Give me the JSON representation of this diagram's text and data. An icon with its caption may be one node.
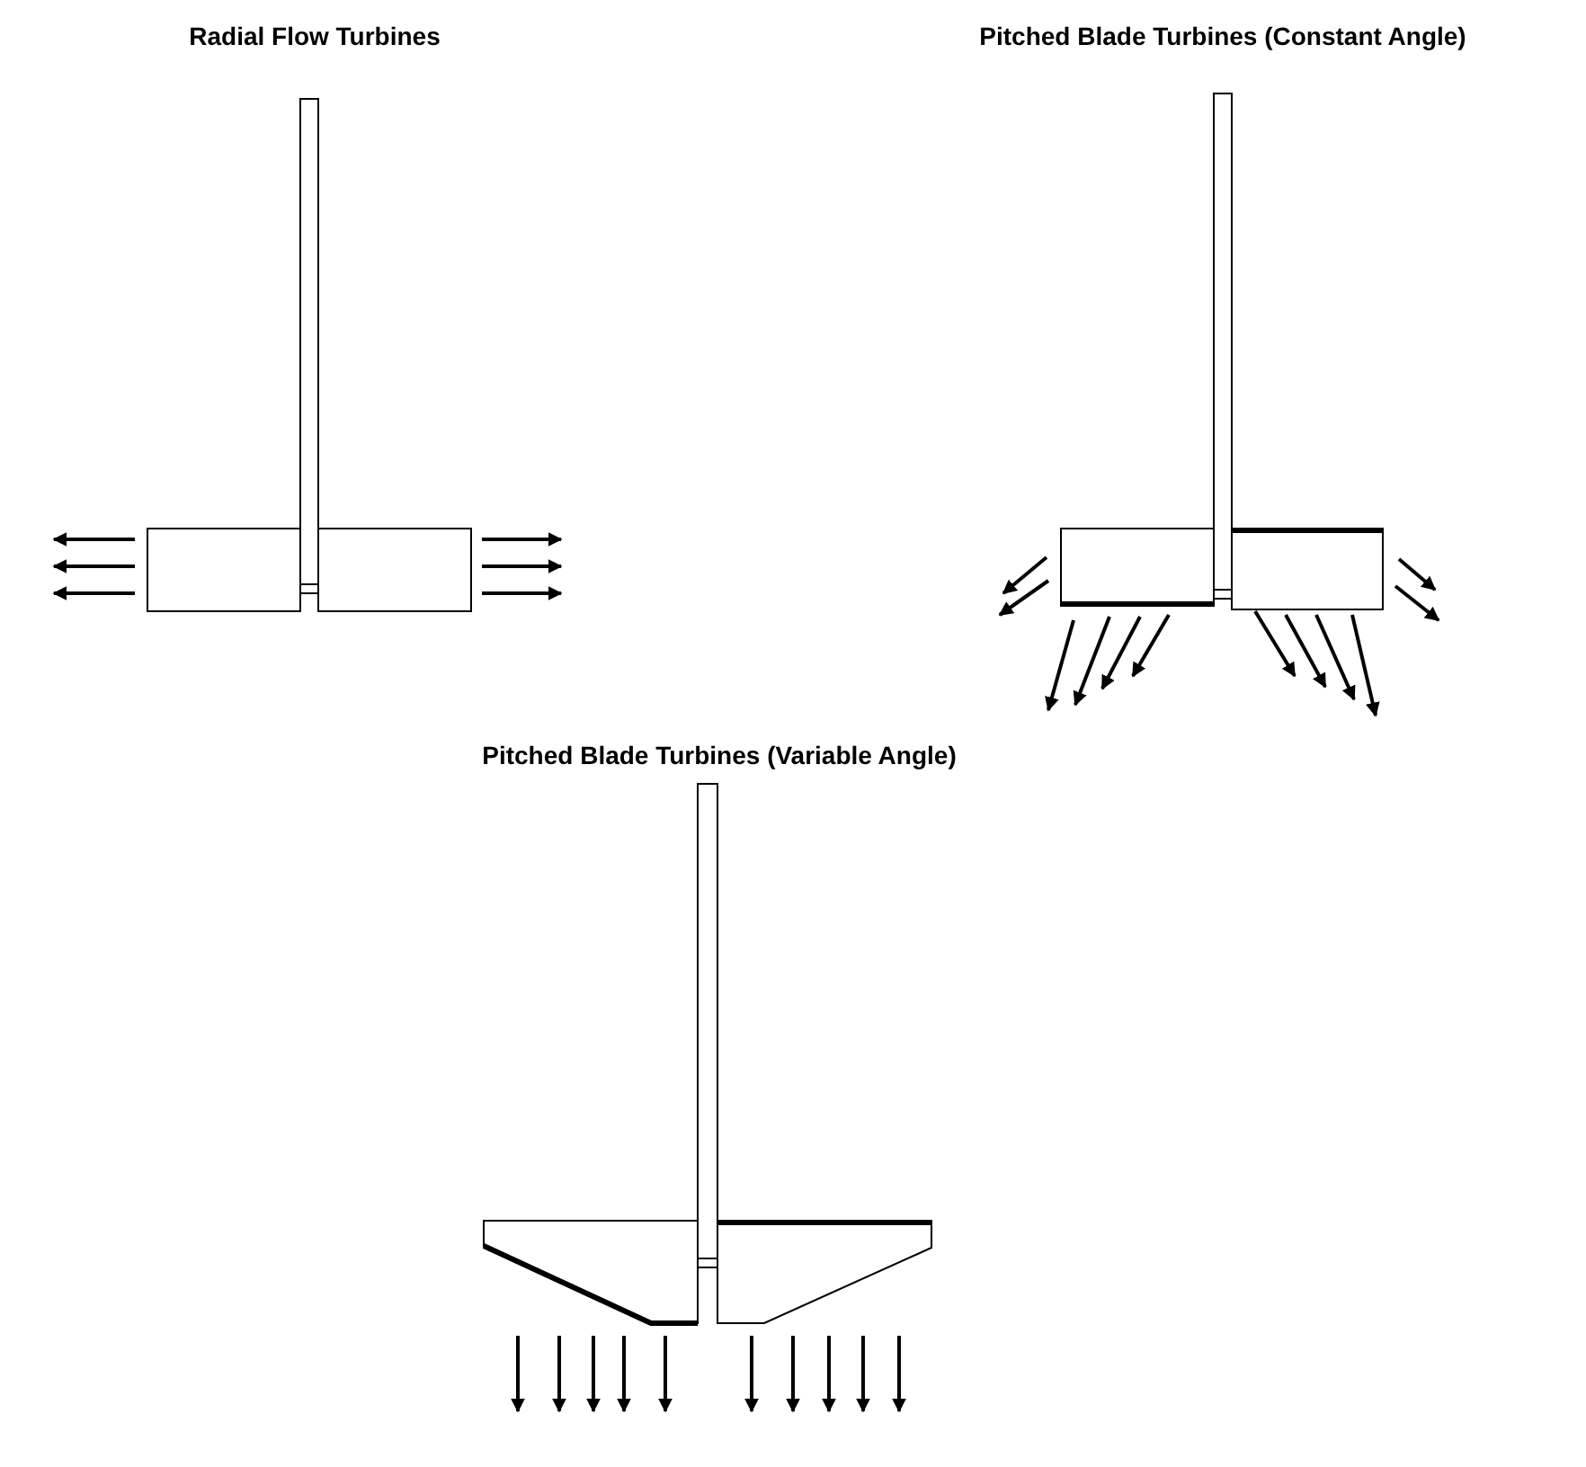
{
  "diagram": {
    "labels": [
      "Radial Flow Turbines",
      "Pitched Blade Turbines (Constant Angle)",
      "Pitched Blade Turbines (Variable Angle)"
    ]
  }
}
